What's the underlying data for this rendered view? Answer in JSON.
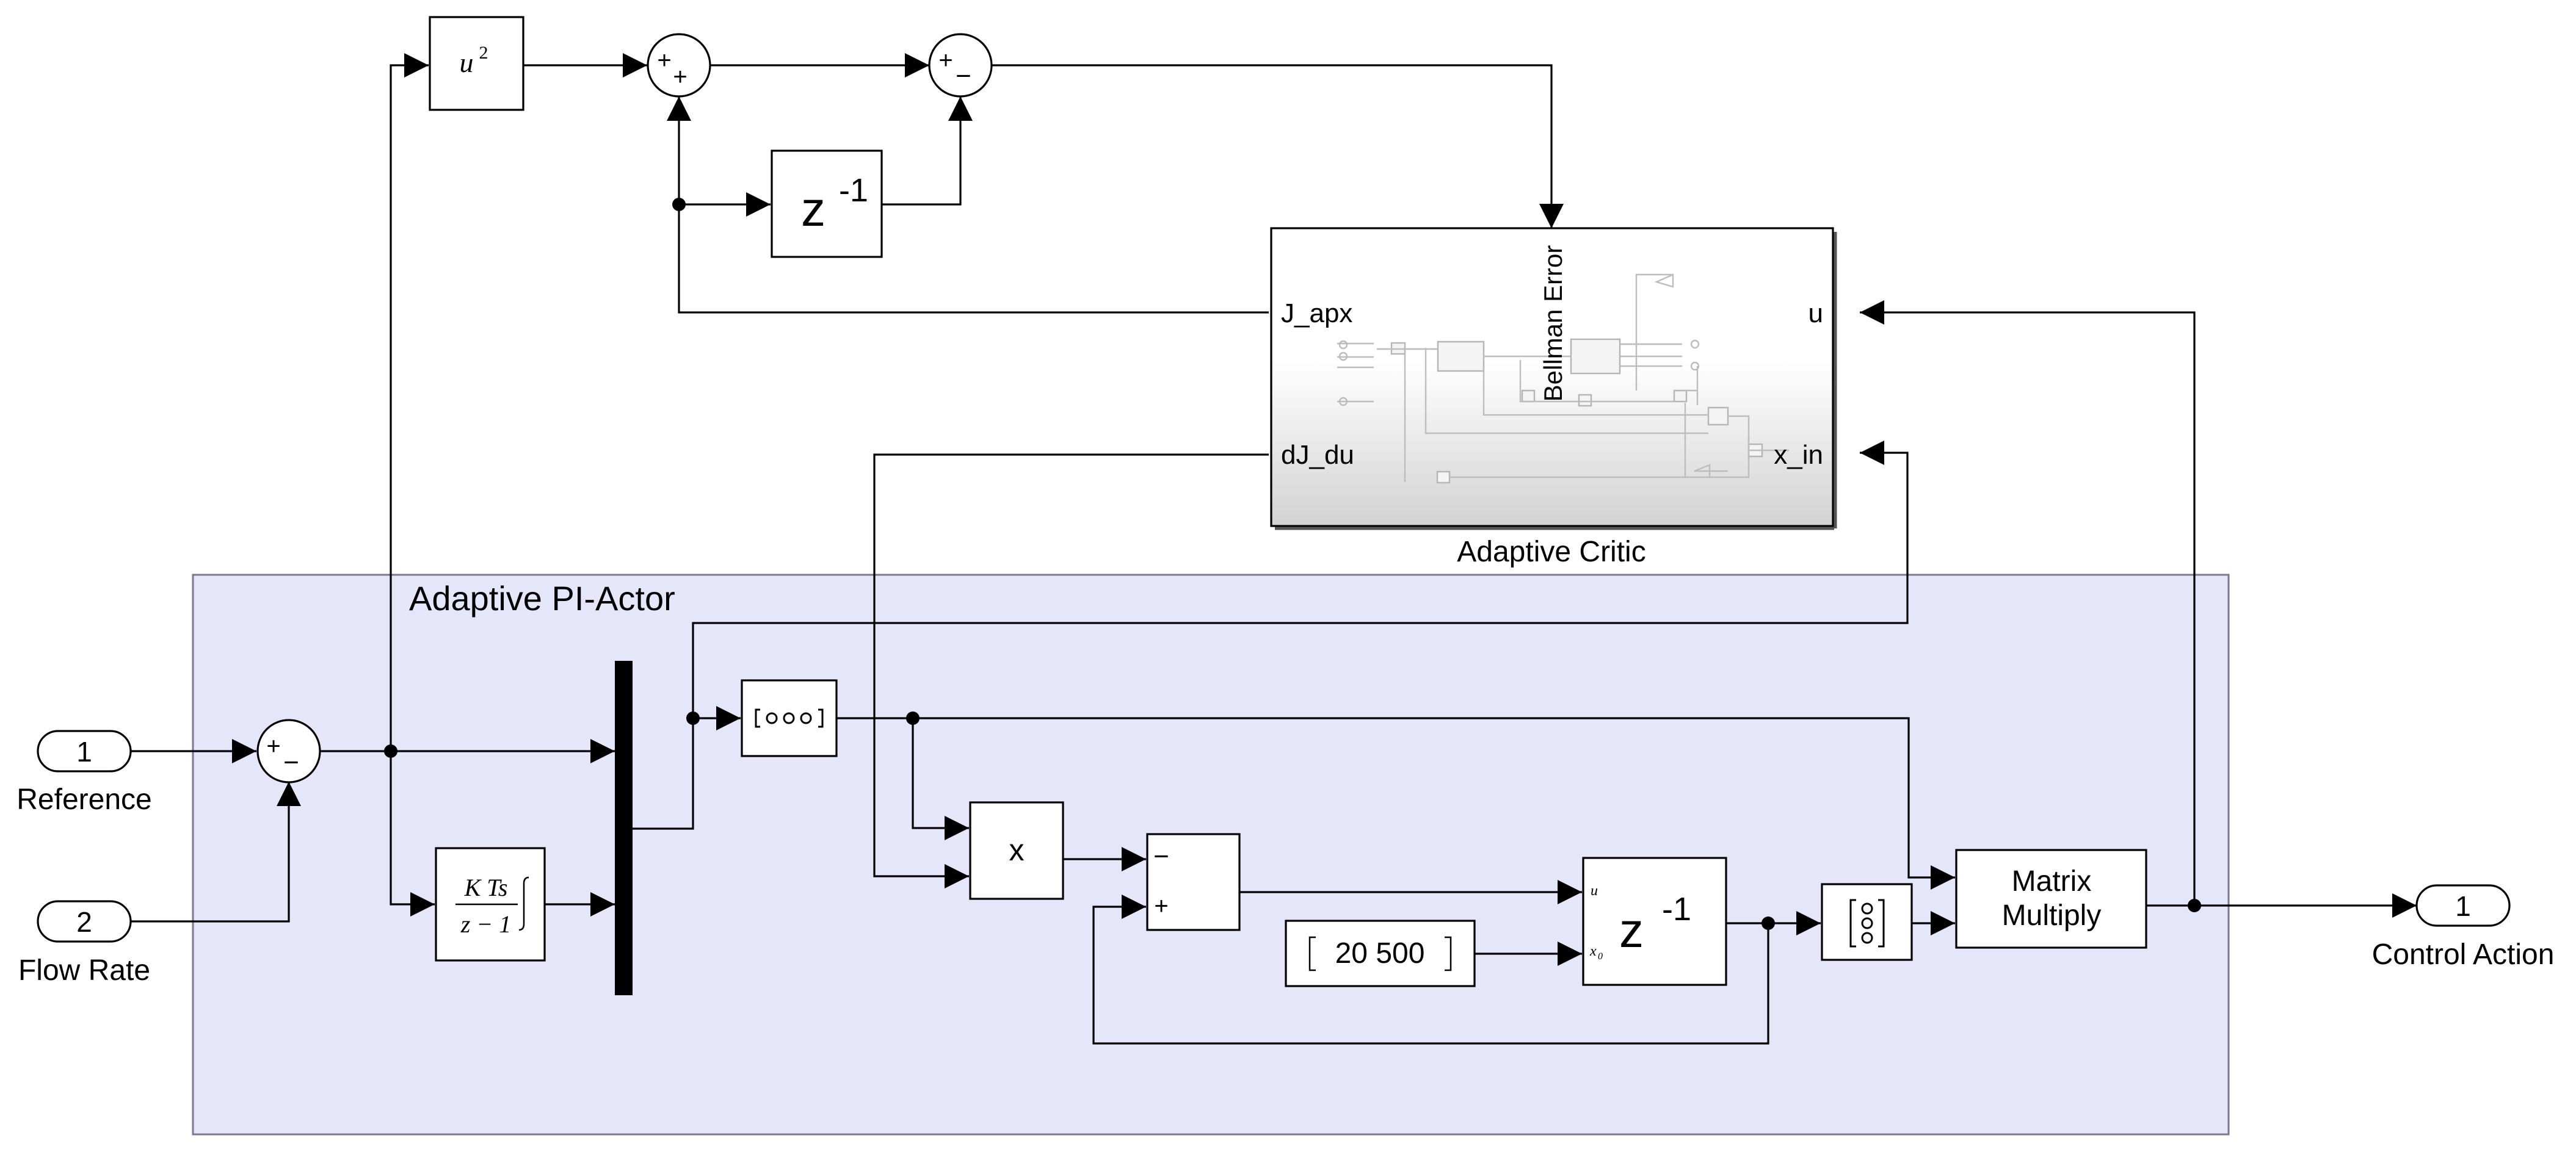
{
  "inports": [
    {
      "number": "1",
      "label": "Reference"
    },
    {
      "number": "2",
      "label": "Flow Rate"
    }
  ],
  "outport": {
    "number": "1",
    "label": "Control Action"
  },
  "area": {
    "title": "Adaptive PI-Actor",
    "fill": "#e6e6fb"
  },
  "critic": {
    "name": "Adaptive Critic",
    "ports": {
      "j_apx": "J_apx",
      "dj_du": "dJ_du",
      "u": "u",
      "x_in": "x_in",
      "bellman": "Bellman Error"
    }
  },
  "blocks": {
    "square": {
      "base": "u",
      "exp": "2"
    },
    "unit_delay": {
      "z": "z",
      "exp": "-1"
    },
    "product": {
      "symbol": "x"
    },
    "constant": {
      "value": "20 500"
    },
    "delay_ic": {
      "z": "z",
      "exp": "-1",
      "port_u": "u",
      "port_x0": "x",
      "port_x0_sub": "0"
    },
    "integrator": {
      "num": "K Ts",
      "den": "z − 1"
    },
    "matrix_multiply": {
      "line1": "Matrix",
      "line2": "Multiply"
    }
  },
  "signs": {
    "sum_top1": [
      "+",
      "+"
    ],
    "sum_top2": [
      "+",
      "−"
    ],
    "sum_ref": [
      "+",
      "−"
    ],
    "sum_inner": [
      "−",
      "+"
    ]
  },
  "colors": {
    "wire": "#000000",
    "area_border": "#7a7a8c",
    "area_title": "#555566"
  }
}
